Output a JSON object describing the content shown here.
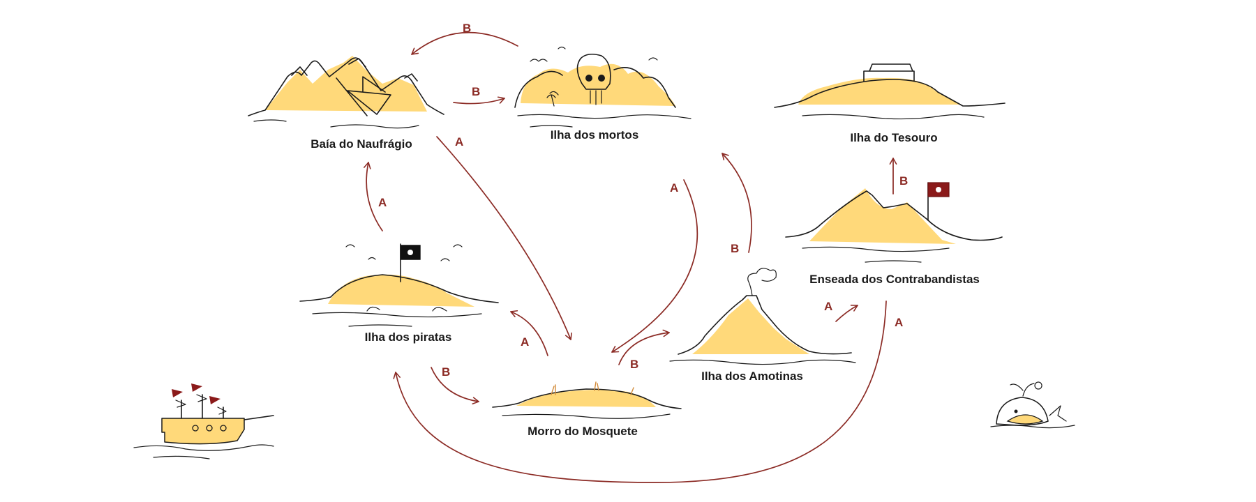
{
  "colors": {
    "sand": "#ffd97a",
    "ink": "#1a1a1a",
    "arrow": "#8b2a24",
    "flag_red": "#8b1a1a",
    "flag_black": "#111111"
  },
  "islands": {
    "naufragio": "Baía do Naufrágio",
    "mortos": "Ilha dos mortos",
    "tesouro": "Ilha do Tesouro",
    "piratas": "Ilha dos piratas",
    "contrabandistas": "Enseada dos Contrabandistas",
    "amotinas": "Ilha dos Amotinas",
    "mosquete": "Morro do Mosquete"
  },
  "edges": [
    {
      "from": "mortos",
      "to": "naufragio",
      "label": "B"
    },
    {
      "from": "naufragio",
      "to": "mortos",
      "label": "B"
    },
    {
      "from": "naufragio",
      "to": "mosquete",
      "label": "A"
    },
    {
      "from": "piratas",
      "to": "naufragio",
      "label": "A"
    },
    {
      "from": "mosquete",
      "to": "piratas",
      "label": "A"
    },
    {
      "from": "piratas",
      "to": "mosquete",
      "label": "B"
    },
    {
      "from": "mortos",
      "to": "mosquete",
      "label": "A"
    },
    {
      "from": "amotinas",
      "to": "mortos",
      "label": "B"
    },
    {
      "from": "mosquete",
      "to": "amotinas",
      "label": "B"
    },
    {
      "from": "amotinas",
      "to": "contrabandistas",
      "label": "A"
    },
    {
      "from": "contrabandistas",
      "to": "tesouro",
      "label": "B"
    },
    {
      "from": "contrabandistas",
      "to": "piratas",
      "label": "A"
    }
  ],
  "decorations": {
    "ship": "ship-icon",
    "whale": "whale-icon",
    "skull": "skull-icon",
    "flag_black": "black-flag-icon",
    "flag_red": "red-flag-icon"
  }
}
